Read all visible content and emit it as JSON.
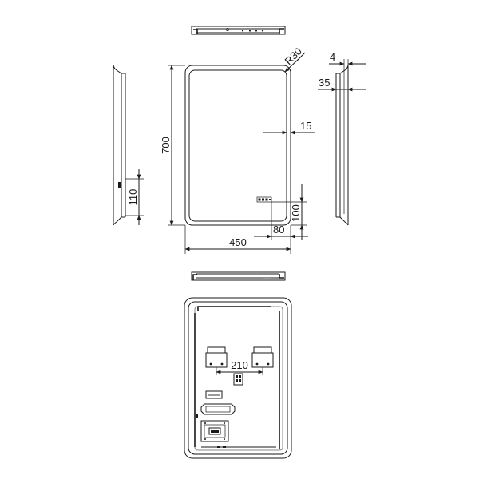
{
  "dimensions": {
    "radius": "R30",
    "depth_total": "4",
    "depth_body": "35",
    "height": "700",
    "width": "450",
    "frame_inset": "15",
    "display_offset_bottom": "100",
    "display_offset_side": "80",
    "sensor_height": "110",
    "bracket_spacing": "210"
  },
  "colors": {
    "line": "#1a1a1a",
    "background": "#ffffff"
  }
}
